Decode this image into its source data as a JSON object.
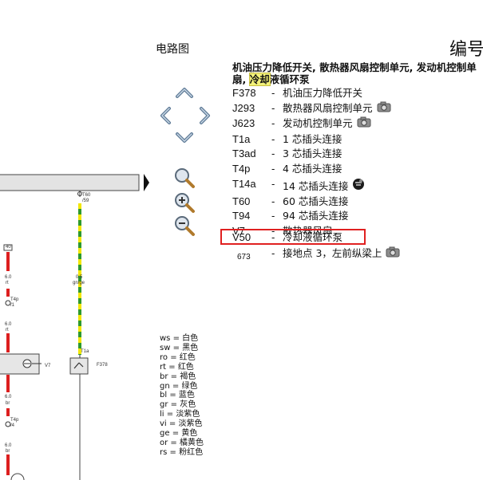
{
  "header": {
    "section_label": "电路图",
    "number_label": "编号"
  },
  "title": {
    "line1": "机油压力降低开关, 散热器风扇控制单元, 发动机控制单",
    "line2_prefix": "扇, ",
    "line2_highlight": "冷却",
    "line2_suffix": "液循环泵"
  },
  "legend": {
    "separator": "-",
    "items": [
      {
        "code": "F378",
        "desc": "机油压力降低开关",
        "camera": false
      },
      {
        "code": "J293",
        "desc": "散热器风扇控制单元",
        "camera": true
      },
      {
        "code": "J623",
        "desc": "发动机控制单元",
        "camera": true
      },
      {
        "code": "T1a",
        "desc": "1 芯插头连接",
        "camera": false
      },
      {
        "code": "T3ad",
        "desc": "3 芯插头连接",
        "camera": false
      },
      {
        "code": "T4p",
        "desc": "4 芯插头连接",
        "camera": false
      },
      {
        "code": "T14a",
        "desc": "14 芯插头连接",
        "camera": false,
        "wrench": true
      },
      {
        "code": "T60",
        "desc": "60 芯插头连接",
        "camera": false
      },
      {
        "code": "T94",
        "desc": "94 芯插头连接",
        "camera": false
      },
      {
        "code": "V7",
        "desc": "散热器风扇",
        "camera": false
      },
      {
        "code": "V50",
        "desc": "冷却液循环泵",
        "camera": false
      },
      {
        "code": "673",
        "desc": "接地点 3，左前纵梁上",
        "camera": true
      }
    ]
  },
  "colors": {
    "highlight_bg": "#f3f27a",
    "selection_border": "#e02020",
    "wire_red": "#dd1f1f",
    "wire_green": "#2e9a2e",
    "wire_yellow": "#f2e600"
  },
  "color_codes": [
    {
      "code": "ws",
      "name": "白色"
    },
    {
      "code": "sw",
      "name": "黑色"
    },
    {
      "code": "ro",
      "name": "红色"
    },
    {
      "code": "rt",
      "name": "红色"
    },
    {
      "code": "br",
      "name": "褐色"
    },
    {
      "code": "gn",
      "name": "绿色"
    },
    {
      "code": "bl",
      "name": "蓝色"
    },
    {
      "code": "gr",
      "name": "灰色"
    },
    {
      "code": "li",
      "name": "淡紫色"
    },
    {
      "code": "vi",
      "name": "淡紫色"
    },
    {
      "code": "ge",
      "name": "黄色"
    },
    {
      "code": "or",
      "name": "橘黄色"
    },
    {
      "code": "rs",
      "name": "粉红色"
    }
  ],
  "color_separator": "=",
  "diagram": {
    "t60_label": "T60",
    "t60_pin": "/59",
    "wire_size_mid": "0.5",
    "wire_color_mid": "gn/ge",
    "t1a_label": "T1a",
    "f378_label": "F378",
    "v7_label": "V7",
    "left_connector_num": "40",
    "left_size_1": "6.0",
    "left_color_1": "rt",
    "t4p_a_label": "T4p",
    "t4p_a_pin": "/1",
    "left_size_2": "6.0",
    "left_color_2": "rt",
    "left_size_3": "6.0",
    "left_color_3": "br",
    "t4p_b_label": "T4p",
    "t4p_b_pin": "/4",
    "left_size_4": "6.0",
    "left_color_4": "br"
  },
  "icons": {
    "nav_up": "chevron-up-icon",
    "nav_left": "chevron-left-icon",
    "nav_right": "chevron-right-icon",
    "nav_down": "chevron-down-icon",
    "zoom_fit": "magnifier-icon",
    "zoom_in": "zoom-in-icon",
    "zoom_out": "zoom-out-icon",
    "camera": "camera-icon",
    "wrench": "connector-icon"
  }
}
